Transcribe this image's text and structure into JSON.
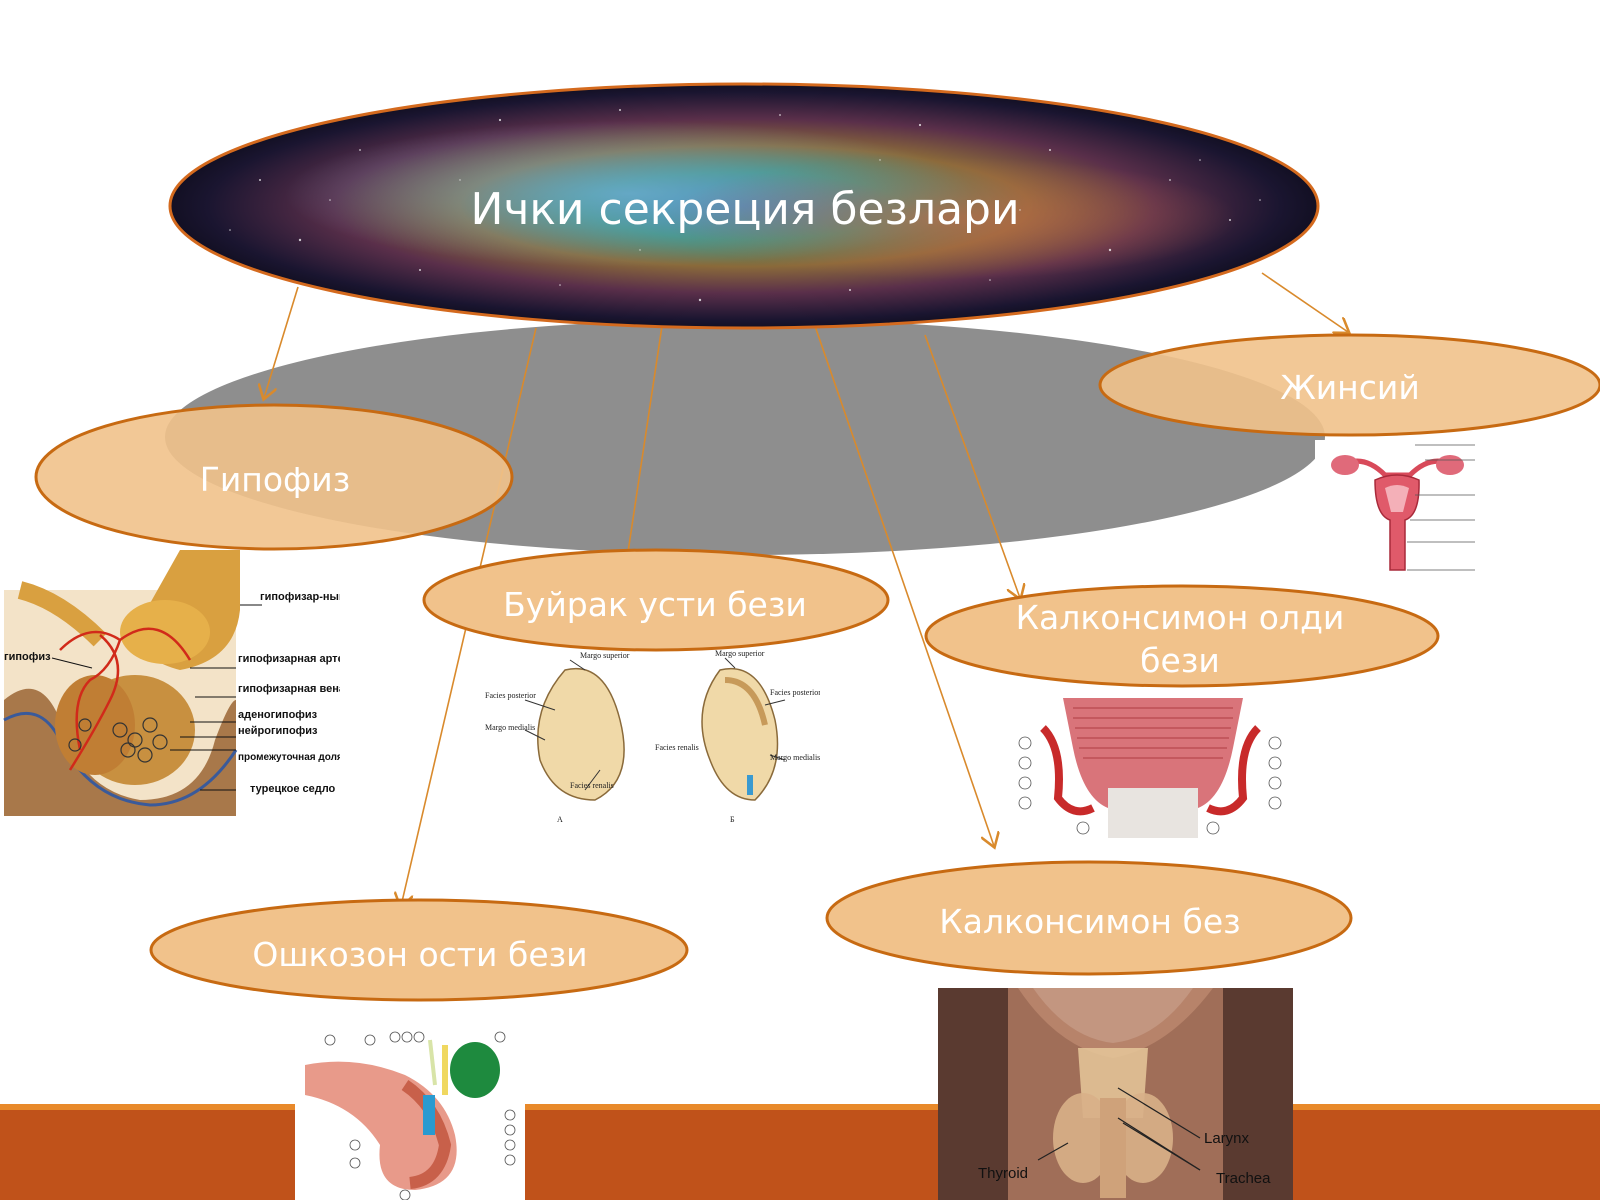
{
  "title": "Ички секреция безлари",
  "nodes": {
    "gipofiz": "Гипофиз",
    "jinsiy": "Жинсий",
    "buyrak": "Буйрак усти бези",
    "kalkonsimon_oldi": "Калконсимон олди бези",
    "oshkozon": "Ошкозон ости бези",
    "kalkonsimon": "Калконсимон без"
  },
  "figures": {
    "pituitary_labels": [
      "гипофизар-ный ствол",
      "гипофиз",
      "гипофизарная артерия",
      "гипофизарная вена",
      "аденогипофиз",
      "нейрогипофиз",
      "промежуточная доля гипофиза",
      "турецкое седло"
    ],
    "thyroid_labels": [
      "Larynx",
      "Thyroid",
      "Trachea"
    ],
    "adrenal_labels": [
      "Margo superior",
      "Facies posterior",
      "Margo medialis",
      "Facies renalis",
      "А",
      "Б"
    ]
  },
  "colors": {
    "node_fill": "#f1c28b",
    "node_stroke": "#c76a12",
    "arrow": "#d98a2c",
    "footer_bar": "#c0521a",
    "footer_line": "#e8892a",
    "shadow": "#8e8e8e"
  }
}
